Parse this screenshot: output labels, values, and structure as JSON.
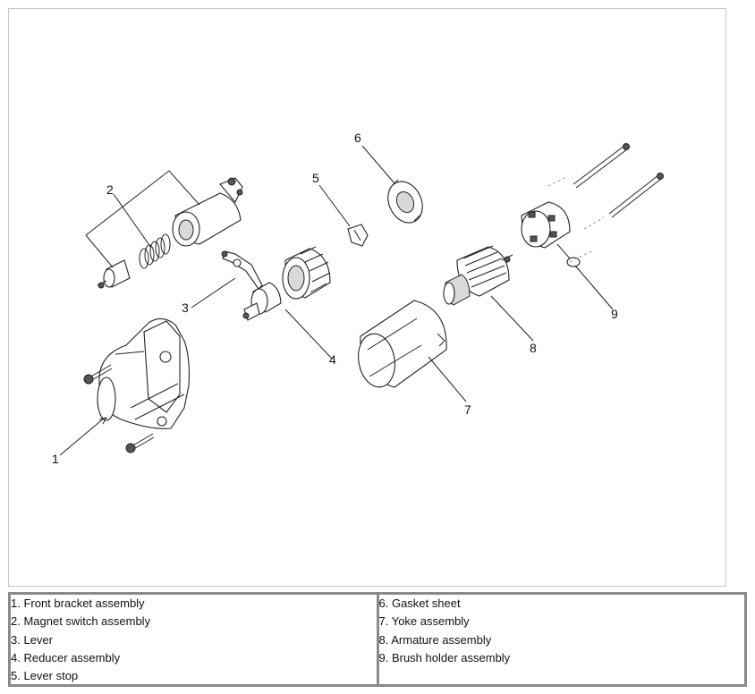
{
  "diagram": {
    "callouts": [
      "1",
      "2",
      "3",
      "4",
      "5",
      "6",
      "7",
      "8",
      "9"
    ]
  },
  "legend": {
    "left": [
      "1. Front bracket assembly",
      "2. Magnet switch assembly",
      "3. Lever",
      "4. Reducer assembly",
      "5. Lever stop"
    ],
    "right": [
      "6. Gasket sheet",
      "7. Yoke assembly",
      "8. Armature assembly",
      "9. Brush holder assembly"
    ]
  }
}
